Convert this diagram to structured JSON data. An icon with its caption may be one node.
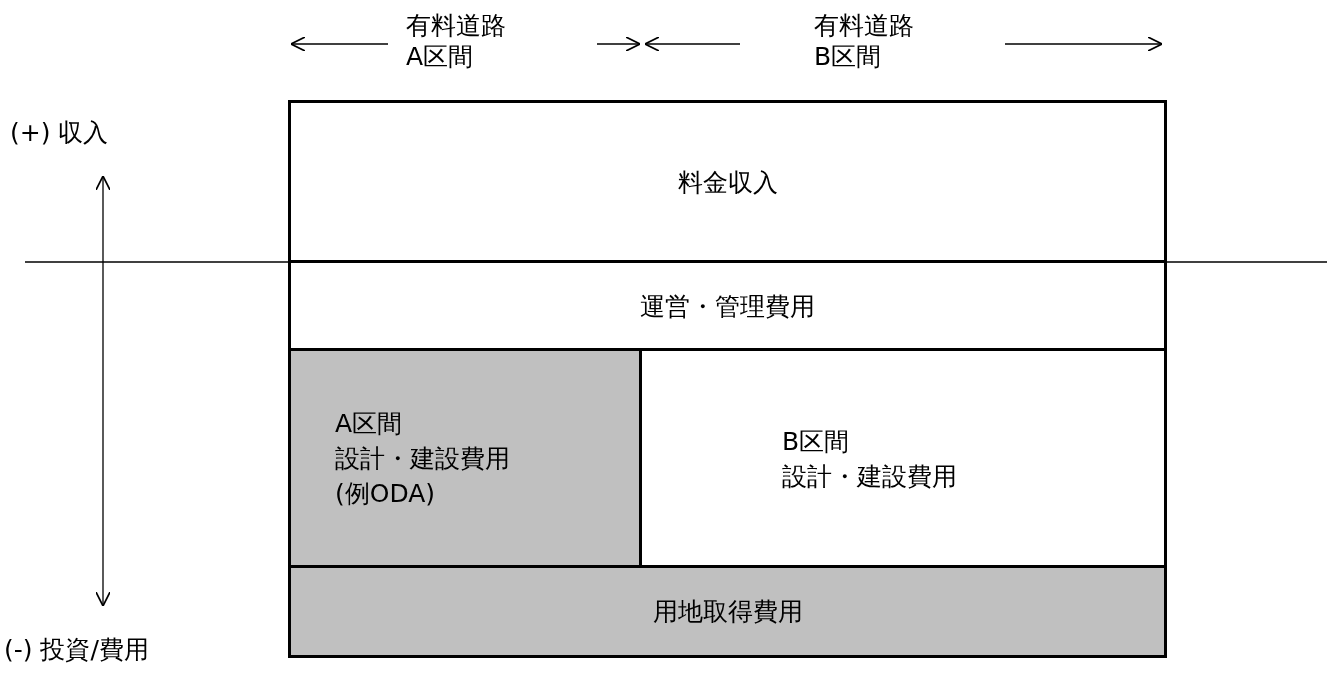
{
  "diagram": {
    "nodes": [
      {
        "text": [
          "料金収入"
        ]
      },
      {
        "text": [
          "運営・管理費用"
        ]
      },
      {
        "text": [
          "A区間",
          "設計・建設費用",
          "(例ODA)"
        ]
      },
      {
        "text": [
          "B区間",
          "設計・建設費用"
        ]
      },
      {
        "text": [
          "用地取得費用"
        ]
      }
    ],
    "labels": [
      "有料道路A区間",
      "有料道路B区間",
      "(+) 収入",
      "(-) 投資/費用"
    ]
  }
}
